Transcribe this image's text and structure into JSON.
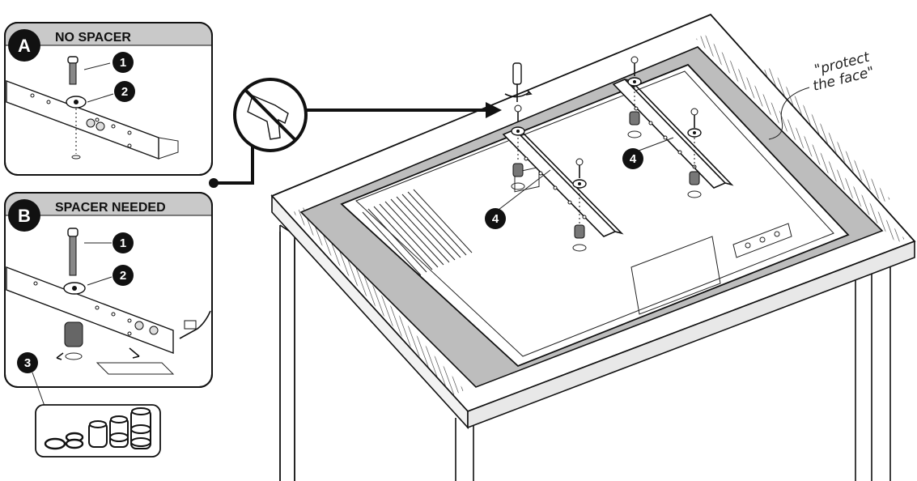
{
  "panel_a": {
    "letter": "A",
    "title": "NO SPACER",
    "callouts": [
      "1",
      "2"
    ]
  },
  "panel_b": {
    "letter": "B",
    "title": "SPACER NEEDED",
    "callouts": [
      "1",
      "2",
      "3"
    ]
  },
  "main": {
    "callouts": [
      "4",
      "4"
    ],
    "note_line1": "\"protect",
    "note_line2": "the face\""
  },
  "icons": [
    "no-power-drill-icon",
    "screwdriver-icon",
    "bolt-icon",
    "washer-icon",
    "spacer-icon",
    "tv-icon",
    "table-icon"
  ],
  "colors": {
    "ink": "#111111",
    "panel_header": "#c9c9c9",
    "screen_gray": "#bdbdbd",
    "badge": "#111111",
    "background": "#ffffff"
  }
}
